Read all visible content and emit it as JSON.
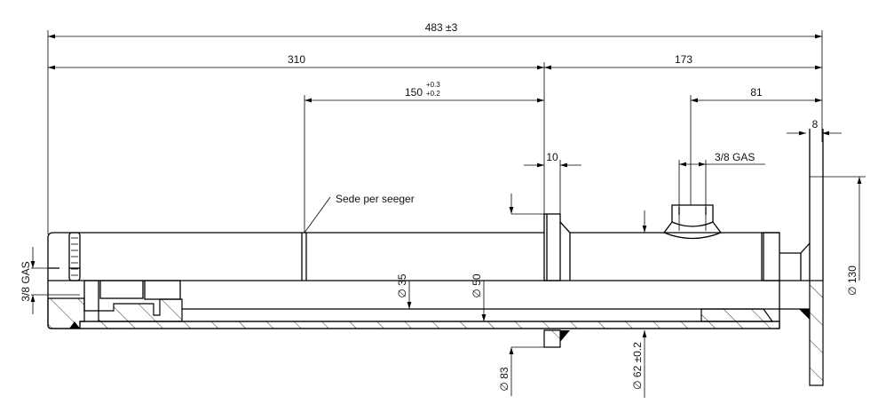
{
  "drawing": {
    "dimensions": {
      "overall_length": "483 ±3",
      "body_length": "310",
      "head_length": "173",
      "seeger_distance": "150",
      "seeger_tol_upper": "+0.3",
      "seeger_tol_lower": "+0.2",
      "port_distance": "81",
      "plate_thickness": "8",
      "flange_thickness": "10",
      "port_thread_right": "3/8 GAS",
      "port_thread_left": "3/8 GAS",
      "rod_diameter": "∅ 35",
      "bore_diameter": "∅ 50",
      "flange_diameter": "∅ 83",
      "tube_diameter": "∅ 62 ±0.2",
      "plate_diameter": "∅ 130"
    },
    "annotations": {
      "seeger_note": "Sede per seeger"
    },
    "colors": {
      "line": "#000000",
      "background": "#ffffff"
    }
  }
}
